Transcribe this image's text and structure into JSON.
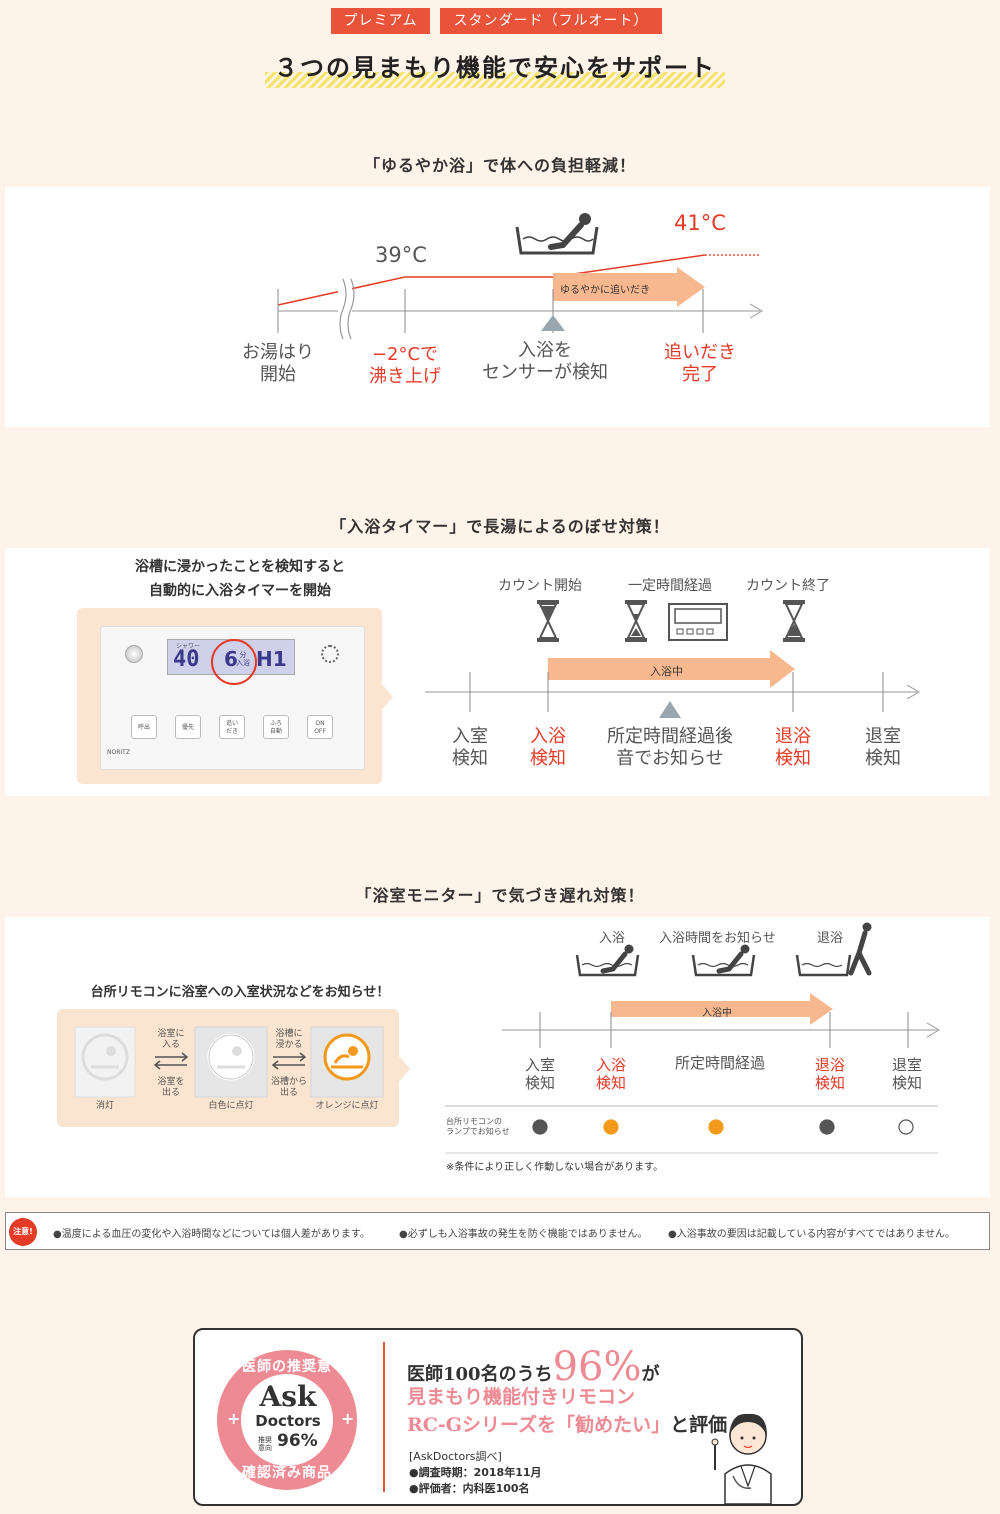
{
  "tags": {
    "premium": "プレミアム",
    "standard": "スタンダード（フルオート）"
  },
  "headline": "３つの見まもり機能で安心をサポート",
  "section1": {
    "title": "「ゆるやか浴」で体への負担軽減！",
    "temp_low": "39°C",
    "temp_high": "41°C",
    "arrow_label": "ゆるやかに追いだき",
    "labels": {
      "start": "お湯はり\n開始",
      "boil": "−2°Cで\n沸き上げ",
      "detect": "入浴を\nセンサーが検知",
      "complete": "追いだき\n完了"
    }
  },
  "section2": {
    "title": "「入浴タイマー」で長湯によるのぼせ対策！",
    "caption": "浴槽に浸かったことを検知すると\n自動的に入浴タイマーを開始",
    "count_start": "カウント開始",
    "elapsed": "一定時間経過",
    "count_end": "カウント終了",
    "arrow_label": "入浴中",
    "remote": {
      "temp": "40",
      "timer": "6",
      "timer_unit": "分\n入浴",
      "level": "H1",
      "shower": "シャワー",
      "buttons": [
        "呼出",
        "優先",
        "追い\nだき",
        "ふろ\n自動",
        "ON\nOFF"
      ],
      "brand": "NORITZ"
    },
    "labels": {
      "enter_room": "入室\n検知",
      "enter_bath": "入浴\n検知",
      "notify": "所定時間経過後\n音でお知らせ",
      "exit_bath": "退浴\n検知",
      "exit_room": "退室\n検知"
    }
  },
  "section3": {
    "title": "「浴室モニター」で気づき遅れ対策！",
    "caption": "台所リモコンに浴室への入室状況などをお知らせ！",
    "states": {
      "off": "消灯",
      "white": "白色に点灯",
      "orange": "オレンジに点灯"
    },
    "transitions": {
      "t1_top": "浴室に\n入る",
      "t1_bottom": "浴室を\n出る",
      "t2_top": "浴槽に\n浸かる",
      "t2_bottom": "浴槽から\n出る"
    },
    "icons_label": {
      "bath": "入浴",
      "notify": "入浴時間をお知らせ",
      "exit": "退浴"
    },
    "arrow_label": "入浴中",
    "labels": {
      "enter_room": "入室\n検知",
      "enter_bath": "入浴\n検知",
      "elapsed": "所定時間経過",
      "exit_bath": "退浴\n検知",
      "exit_room": "退室\n検知"
    },
    "lamp_label": "台所リモコンの\nランプでお知らせ",
    "lamps": [
      "#555555",
      "#f39a1d",
      "#f39a1d",
      "#555555",
      "#ffffff"
    ],
    "note": "※条件により正しく作動しない場合があります。"
  },
  "caution": {
    "badge": "注意!",
    "items": [
      "●温度による血圧の変化や入浴時間などについては個人差があります。",
      "●必ずしも入浴事故の発生を防ぐ機能ではありません。",
      "●入浴事故の要因は記載している内容がすべてではありません。"
    ]
  },
  "ask": {
    "seal_top": "医師の推奨意向",
    "seal_bottom": "確認済み商品",
    "seal_main1": "Ask",
    "seal_main2": "Doctors",
    "seal_small": "推奨\n意向",
    "seal_pct": "96%",
    "line1_a": "医師100名のうち",
    "line1_pct": "96%",
    "line1_b": "が",
    "line2": "見まもり機能付きリモコン",
    "line3_a": "RC-Gシリーズを",
    "line3_b": "「勧めたい」",
    "line3_c": "と評価",
    "source": "[AskDoctors調べ]",
    "period": "●調査時期：2018年11月",
    "raters": "●評価者：内科医100名"
  },
  "colors": {
    "accent": "#e8533a",
    "arrow": "#f8b88f",
    "panel_beige": "#fbe5d0",
    "orange_lamp": "#f39a1d"
  }
}
